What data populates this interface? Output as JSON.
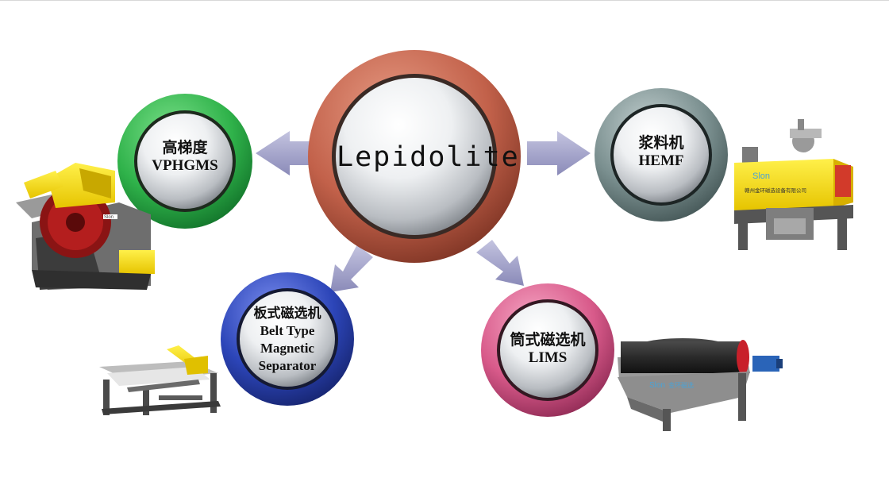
{
  "center": {
    "label": "Lepidolite"
  },
  "nodes": {
    "vphgms": {
      "line1": "高梯度",
      "line2": "VPHGMS",
      "ring_color": "#2fb24a"
    },
    "hemf": {
      "line1": "浆料机",
      "line2": "HEMF",
      "ring_color": "#7a8f8f"
    },
    "belt": {
      "line1": "板式磁选机",
      "line2": "Belt Type",
      "line3": "Magnetic",
      "line4": "Separator",
      "ring_color": "#2c45b8"
    },
    "lims": {
      "line1": "筒式磁选机",
      "line2": "LIMS",
      "ring_color": "#d85a8a"
    }
  },
  "center_ring_color": "#c2614a",
  "arrow_color": "#9b9bc6",
  "machines": {
    "hemf_brand": "Slon",
    "hemf_company": "赣州金环磁选设备有限公司",
    "lims_brand": "Slon",
    "lims_company": "金环磁选",
    "vphgms_brand": "Slon"
  }
}
